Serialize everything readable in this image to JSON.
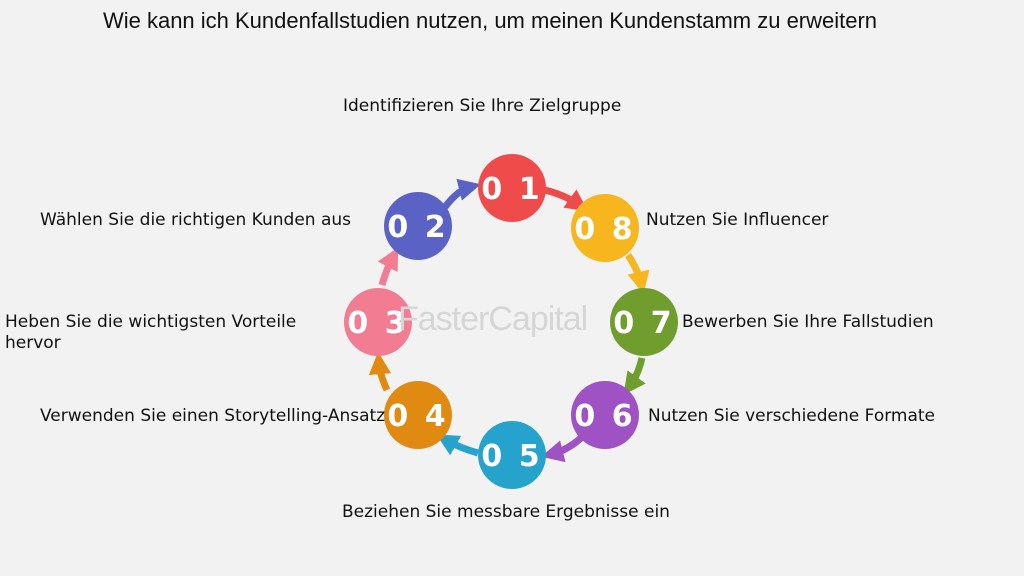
{
  "title": "Wie kann ich Kundenfallstudien nutzen, um meinen Kundenstamm zu erweitern",
  "watermark": "FasterCapital",
  "steps": [
    {
      "num": "0 1",
      "label": "Identifizieren Sie Ihre Zielgruppe",
      "color": "#ef4b4b"
    },
    {
      "num": "0 2",
      "label": "Wählen Sie die richtigen Kunden aus",
      "color": "#5b62c6"
    },
    {
      "num": "0 3",
      "label": "Heben Sie die wichtigsten Vorteile hervor",
      "color": "#f27c92"
    },
    {
      "num": "0 4",
      "label": "Verwenden Sie einen Storytelling-Ansatz",
      "color": "#e08a12"
    },
    {
      "num": "0 5",
      "label": "Beziehen Sie messbare Ergebnisse ein",
      "color": "#26a3cc"
    },
    {
      "num": "0 6",
      "label": "Nutzen Sie verschiedene Formate",
      "color": "#9e52c4"
    },
    {
      "num": "0 7",
      "label": "Bewerben Sie Ihre Fallstudien",
      "color": "#6f9e2e"
    },
    {
      "num": "0 8",
      "label": "Nutzen Sie Influencer",
      "color": "#f7b51e"
    }
  ]
}
